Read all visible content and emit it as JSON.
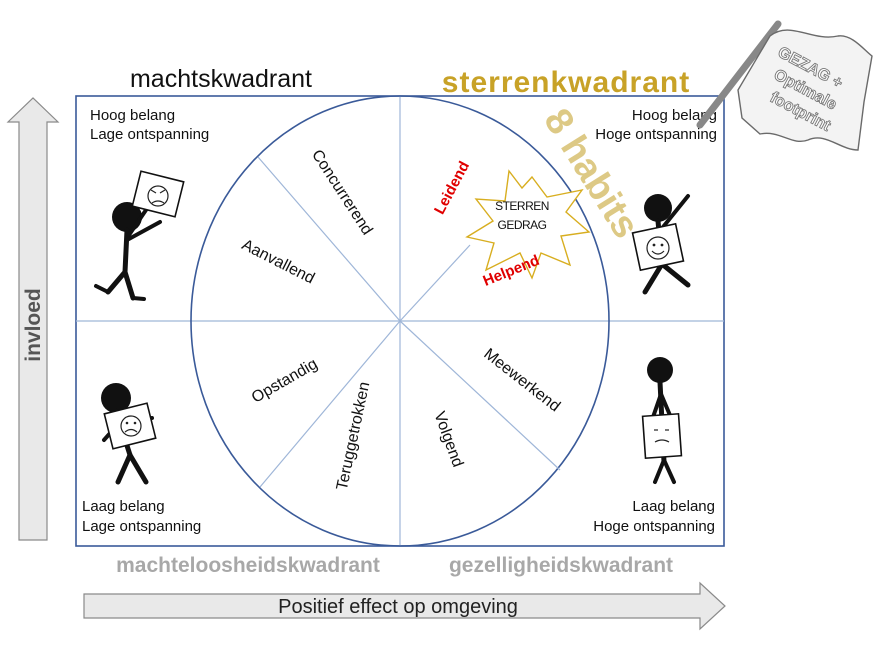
{
  "quadrants": {
    "top_left_title": "machtskwadrant",
    "top_right_title": "sterrenkwadrant",
    "bottom_left_title": "machteloosheidskwadrant",
    "bottom_right_title": "gezelligheidskwadrant"
  },
  "corner_labels": {
    "top_left": [
      "Hoog belang",
      "Lage ontspanning"
    ],
    "top_right": [
      "Hoog belang",
      "Hoge ontspanning"
    ],
    "bottom_left": [
      "Laag belang",
      "Lage ontspanning"
    ],
    "bottom_right": [
      "Laag belang",
      "Hoge ontspanning"
    ]
  },
  "segments": {
    "concurrerend": "Concurrerend",
    "aanvallend": "Aanvallend",
    "opstandig": "Opstandig",
    "teruggetrokken": "Teruggetrokken",
    "volgend": "Volgend",
    "meewerkend": "Meewerkend"
  },
  "star": {
    "line1": "STERREN",
    "line2": "GEDRAG",
    "leidend": "Leidend",
    "helpend": "Helpend"
  },
  "habits": "8 habits",
  "flag_lines": [
    "GEZAG +",
    "Optimale",
    "footprint"
  ],
  "axes": {
    "y_label": "invloed",
    "x_label": "Positief effect op omgeving"
  },
  "colors": {
    "frame": "#3a5a99",
    "divider": "#9fb6d8",
    "sterren_title": "#c8a227",
    "habits": "#d8c070",
    "star_outline": "#d8ae20",
    "red_label": "#e00000",
    "gray_title": "#a8a8a8"
  }
}
